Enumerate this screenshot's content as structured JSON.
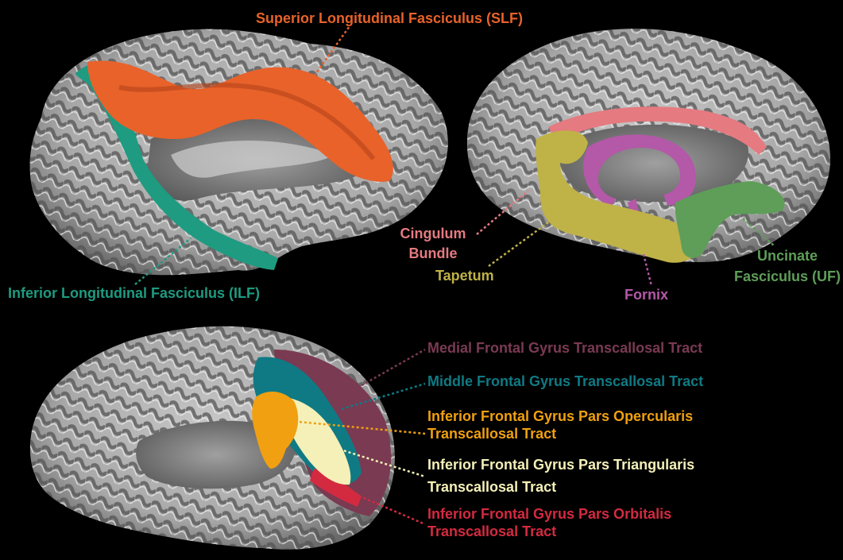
{
  "colors": {
    "background": "#000000",
    "slf": "#e8622a",
    "ilf": "#1e9b80",
    "cingulum": "#e57a80",
    "tapetum": "#bfb247",
    "fornix": "#b458a8",
    "uncinate": "#5e9e58",
    "medial_frontal": "#7a3a52",
    "middle_frontal": "#0f7a84",
    "ifg_opercularis": "#f0a010",
    "ifg_triangularis": "#f4f0b8",
    "ifg_orbitalis": "#d42a40"
  },
  "labels": {
    "slf": "Superior Longitudinal Fasciculus (SLF)",
    "ilf": "Inferior Longitudinal Fasciculus (ILF)",
    "cingulum_line1": "Cingulum",
    "cingulum_line2": "Bundle",
    "tapetum": "Tapetum",
    "fornix": "Fornix",
    "uncinate_line1": "Uncinate",
    "uncinate_line2": "Fasciculus (UF)",
    "medial_frontal": "Medial Frontal Gyrus Transcallosal Tract",
    "middle_frontal": "Middle Frontal Gyrus Transcallosal Tract",
    "opercularis_line1": "Inferior Frontal Gyrus Pars Opercularis",
    "opercularis_line2": "Transcallosal Tract",
    "triangularis_line1": "Inferior Frontal Gyrus Pars Triangularis",
    "triangularis_line2": "Transcallosal Tract",
    "orbitalis_line1": "Inferior Frontal Gyrus Pars Orbitalis",
    "orbitalis_line2": "Transcallosal Tract"
  }
}
